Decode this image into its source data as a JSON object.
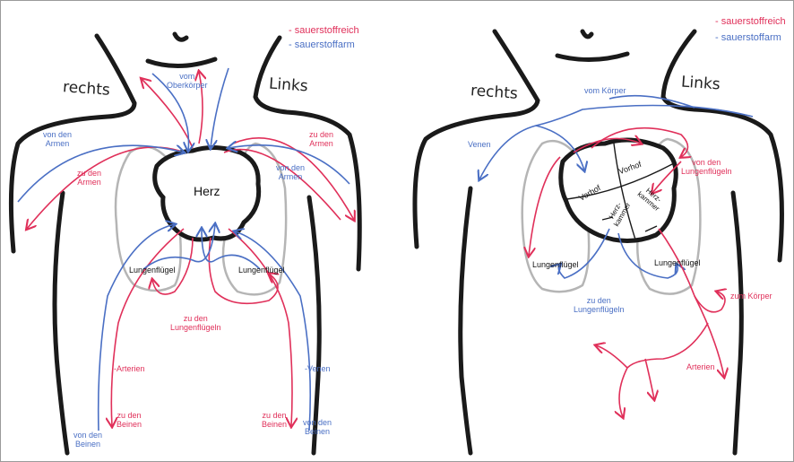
{
  "colors": {
    "red": "#e0305a",
    "blue": "#4a6fc4",
    "grey": "#b5b5b5",
    "outline": "#1a1a1a"
  },
  "left_panel": {
    "legend": {
      "oxygen_rich": "- sauerstoffreich",
      "oxygen_poor": "- sauerstoffarm"
    },
    "side_right": "rechts",
    "side_left": "Links",
    "heart": "Herz",
    "from_upper_body": "vom\nOberkörper",
    "from_arms_right": "von den\nArmen",
    "to_arms_right": "zu den\nArmen",
    "to_arms_left": "zu den\nArmen",
    "from_arms_left": "von den\nArmen",
    "lung_right": "Lungenflügel",
    "lung_left": "Lungenflügel",
    "to_lungs": "zu den\nLungenflügeln",
    "arteries": "-Arterien",
    "veins": "-Venen",
    "to_legs_right": "zu den\nBeinen",
    "from_legs_right": "von den\nBeinen",
    "to_legs_left": "zu den\nBeinen",
    "from_legs_left": "von den\nBeinen"
  },
  "right_panel": {
    "legend": {
      "oxygen_rich": "- sauerstoffreich",
      "oxygen_poor": "- sauerstoffarm"
    },
    "side_right": "rechts",
    "side_left": "Links",
    "from_body": "vom Körper",
    "veins": "Venen",
    "to_lungs_top": "von den\nLungenflügeln",
    "atrium_right": "Vorhof",
    "atrium_left": "Vorhof",
    "ventricle_right": "Herz-\nkammer",
    "ventricle_left": "Herz-\nkammer",
    "lung_right": "Lungenflügel",
    "lung_left": "Lungenflügel",
    "to_lungs_bottom": "zu den\nLungenflügeln",
    "to_body": "zum Körper",
    "arteries": "Arterien"
  }
}
